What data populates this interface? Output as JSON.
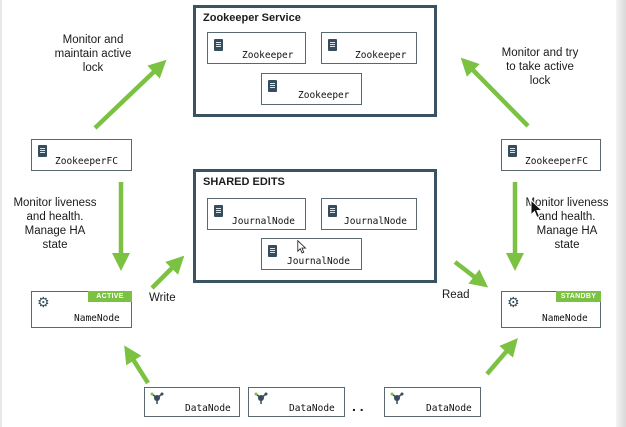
{
  "zookeeper_service": {
    "title": "Zookeeper Service",
    "nodes": [
      "Zookeeper",
      "Zookeeper",
      "Zookeeper"
    ]
  },
  "shared_edits": {
    "title": "SHARED EDITS",
    "nodes": [
      "JournalNode",
      "JournalNode",
      "JournalNode"
    ]
  },
  "failover_controllers": {
    "left": "ZookeeperFC",
    "right": "ZookeeperFC"
  },
  "namenodes": {
    "active": {
      "label": "NameNode",
      "badge": "ACTIVE"
    },
    "standby": {
      "label": "NameNode",
      "badge": "STANDBY"
    }
  },
  "datanodes": {
    "items": [
      "DataNode",
      "DataNode",
      "DataNode"
    ],
    "ellipsis": ". ."
  },
  "annotations": {
    "left_top": [
      "Monitor and",
      "maintain active",
      "lock"
    ],
    "right_top": [
      "Monitor and try",
      "to take active",
      "lock"
    ],
    "left_mid": [
      "Monitor liveness",
      "and health.",
      "Manage HA",
      "state"
    ],
    "right_mid": [
      "Monitor liveness",
      "and health.",
      "Manage HA",
      "state"
    ],
    "write": "Write",
    "read": "Read"
  },
  "colors": {
    "arrow": "#7cc242",
    "badge": "#7cc242",
    "box_border": "#3a5362",
    "icon": "#354d5c"
  },
  "icons": {
    "node": "document-icon",
    "namenode": "gear-icon",
    "datanode": "network-node-icon",
    "cursor": "mouse-pointer-icon"
  }
}
